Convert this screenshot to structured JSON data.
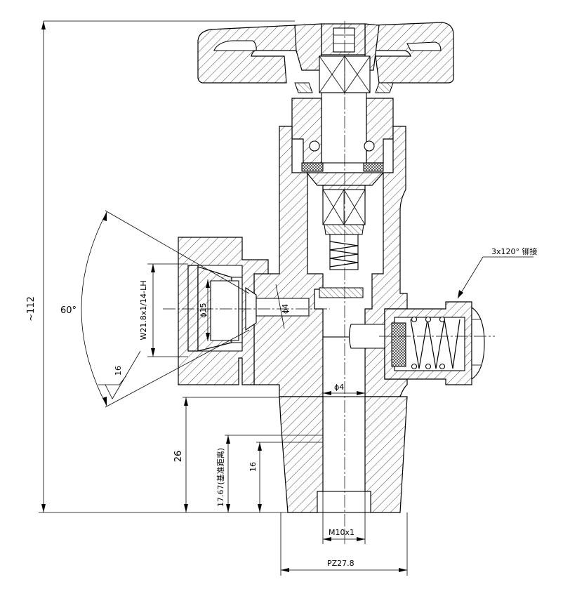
{
  "drawing": {
    "type": "technical-section-drawing",
    "dimensions": {
      "overall_height": "~112",
      "angle": "60°",
      "side_thread": "W21.8x1/14-LH",
      "side_bore": "ϕ15",
      "side_hole": "ϕ4",
      "center_hole": "ϕ4",
      "dim_26": "26",
      "dim_16_right": "16",
      "dim_17_67": "17.67(基准距离)",
      "bottom_thread": "M10x1",
      "taper_thread": "PZ27.8",
      "rivet_note": "3x120° 铆接",
      "surface_roughness": "16"
    }
  }
}
